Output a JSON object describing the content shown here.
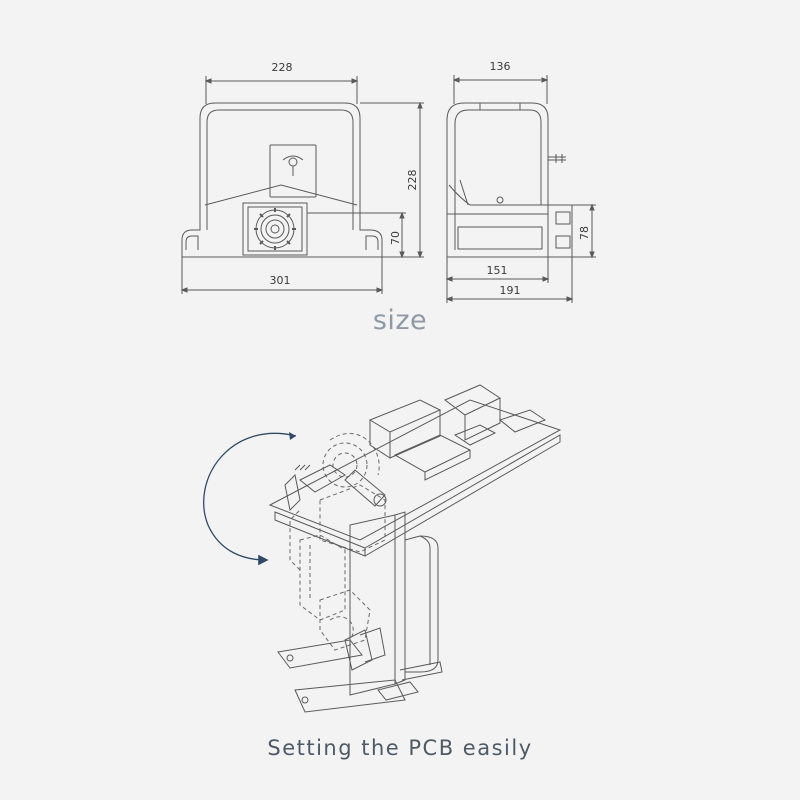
{
  "size_caption": "size",
  "pcb_caption": "Setting the PCB easily",
  "front_view": {
    "width_top": "228",
    "height": "228",
    "gear_height": "70",
    "base_width": "301"
  },
  "side_view": {
    "width_top": "136",
    "bracket_height": "78",
    "base_width": "151",
    "total_width": "191"
  },
  "colors": {
    "background": "#f3f3f3",
    "line": "#5a5a5a",
    "arrow": "#2f4a66",
    "size_text": "#8f99a6",
    "pcb_text": "#4d5a68"
  }
}
